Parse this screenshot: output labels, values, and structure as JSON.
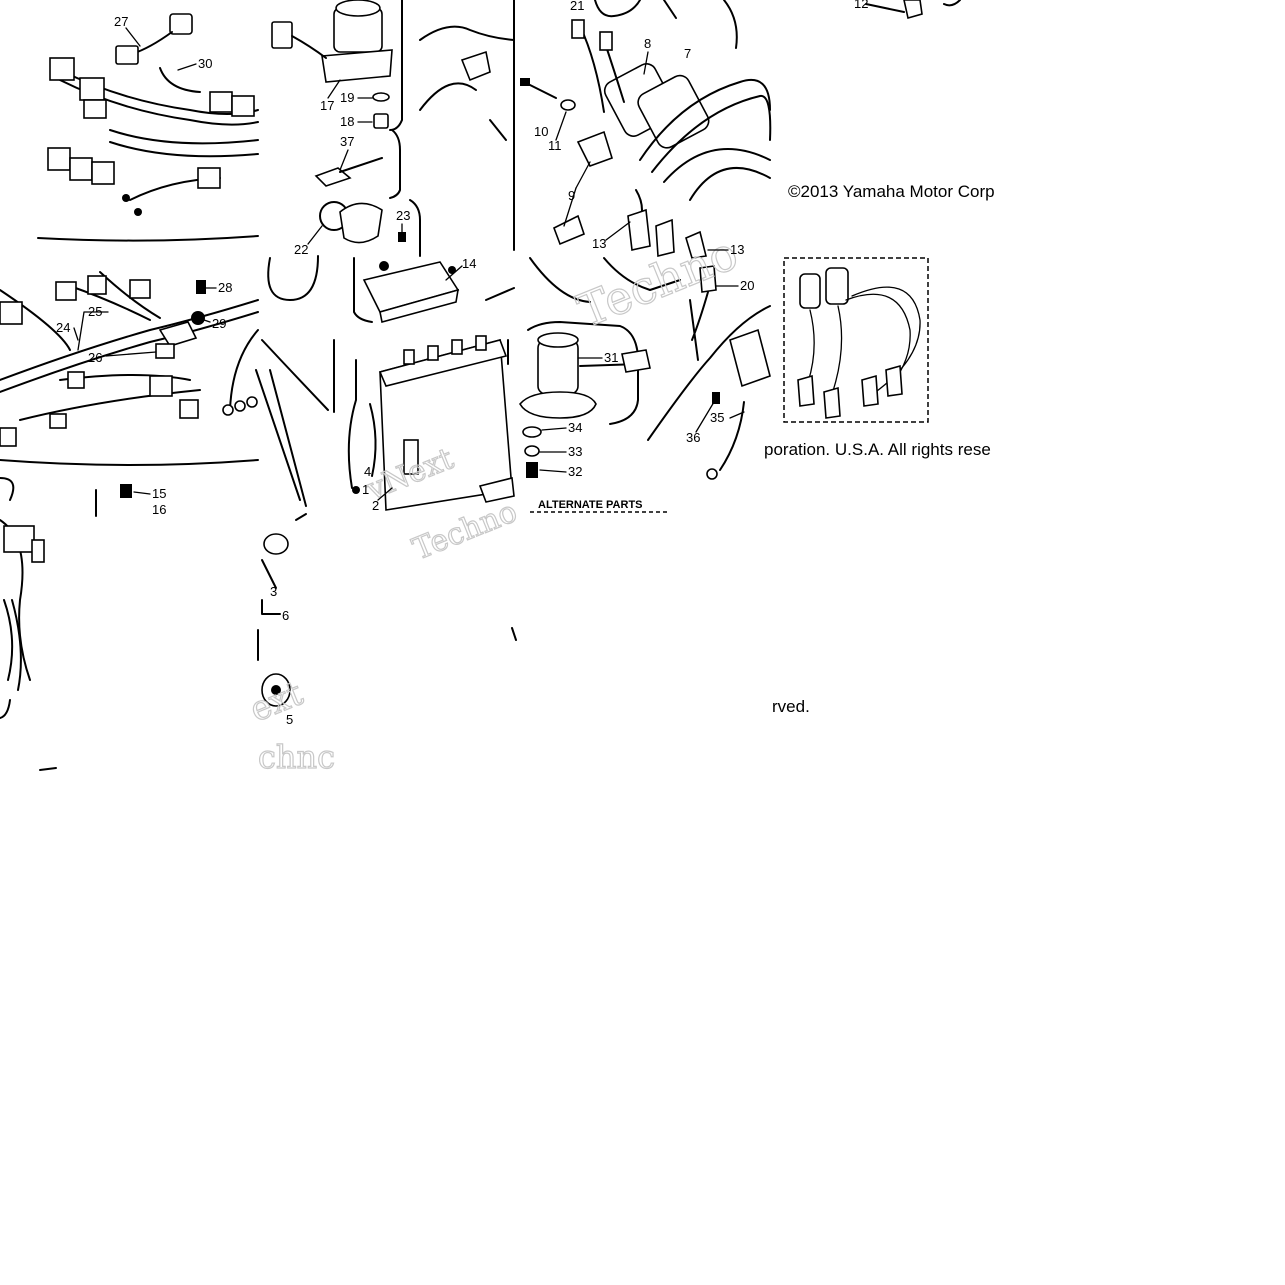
{
  "copyright": {
    "line1": "©2013 Yamaha Motor Corp",
    "line2": "poration. U.S.A. All rights rese",
    "line3": "rved."
  },
  "alternate_parts_label": "ALTERNATE PARTS",
  "watermarks": [
    "Techno",
    "vNext",
    "Techno",
    "ext",
    "chnc"
  ],
  "callouts": [
    "27",
    "30",
    "17",
    "19",
    "18",
    "37",
    "22",
    "23",
    "21",
    "8",
    "7",
    "10",
    "11",
    "9",
    "13",
    "13",
    "12",
    "14",
    "28",
    "29",
    "25",
    "24",
    "26",
    "20",
    "31",
    "34",
    "33",
    "32",
    "35",
    "36",
    "4",
    "1",
    "2",
    "15",
    "16",
    "3",
    "6",
    "5"
  ]
}
